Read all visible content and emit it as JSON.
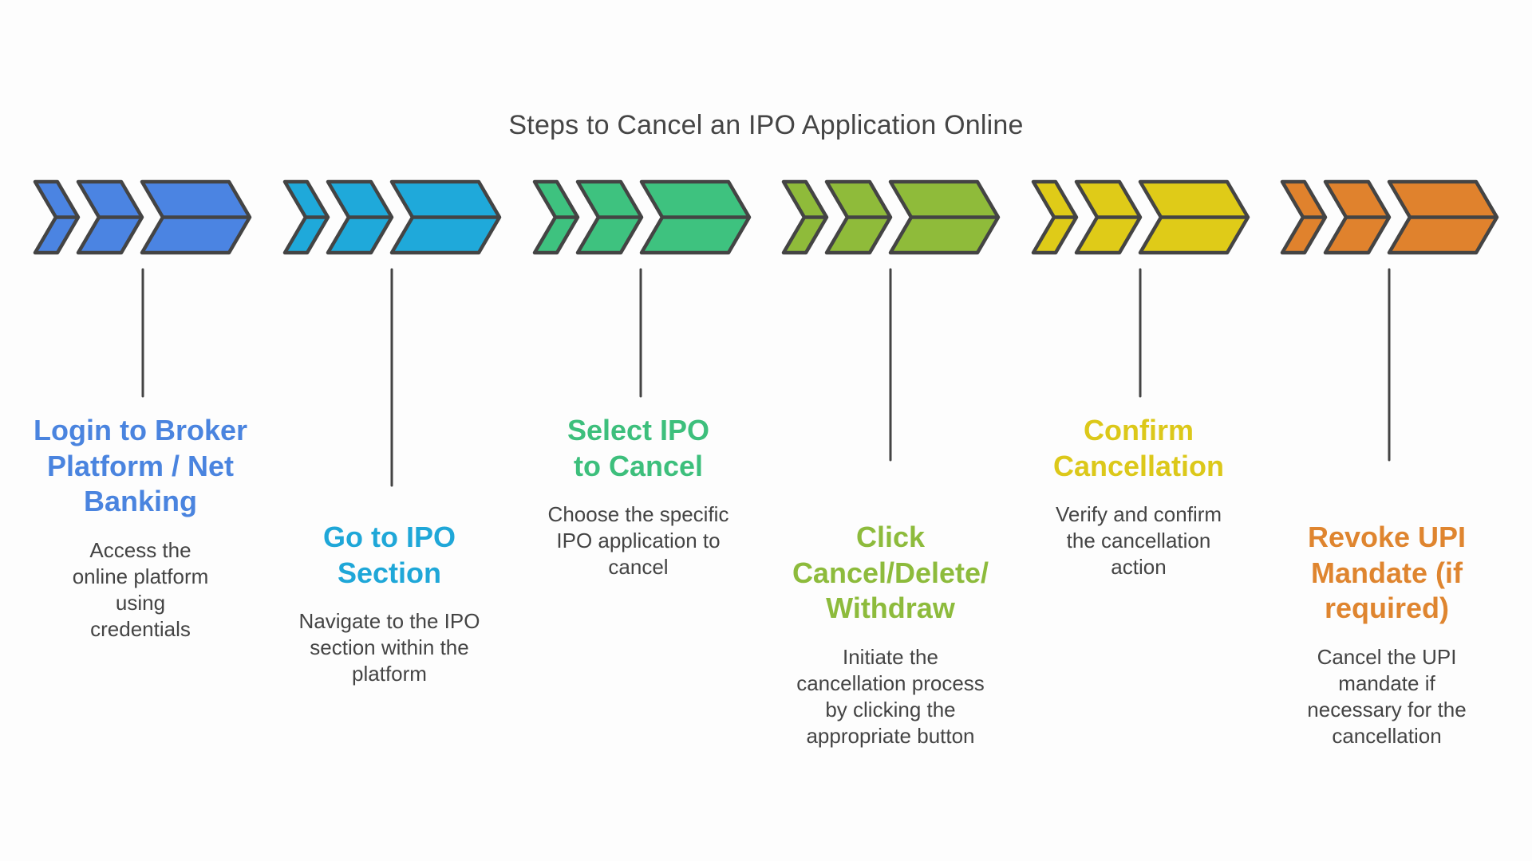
{
  "title": "Steps to Cancel an IPO Application Online",
  "stroke_color": "#444444",
  "steps": [
    {
      "heading": "Login to Broker Platform / Net Banking",
      "description": "Access the online platform using credentials",
      "color": "#4B84E2",
      "text_color": "#4A84DF",
      "icon": "chevron-arrows-icon"
    },
    {
      "heading": "Go to IPO Section",
      "description": "Navigate to the IPO section within the platform",
      "color": "#1FA9DA",
      "text_color": "#1FA7D8",
      "icon": "chevron-arrows-icon"
    },
    {
      "heading": "Select IPO to Cancel",
      "description": "Choose the specific IPO application to cancel",
      "color": "#3EC27F",
      "text_color": "#3DBF7C",
      "icon": "chevron-arrows-icon"
    },
    {
      "heading": "Click Cancel/Delete/ Withdraw",
      "description": "Initiate the cancellation process by clicking the appropriate button",
      "color": "#8FBB3A",
      "text_color": "#8DBB3C",
      "icon": "chevron-arrows-icon"
    },
    {
      "heading": "Confirm Cancellation",
      "description": "Verify and confirm the cancellation action",
      "color": "#DFCB18",
      "text_color": "#DCC81A",
      "icon": "chevron-arrows-icon"
    },
    {
      "heading": "Revoke UPI Mandate (if required)",
      "description": "Cancel the UPI mandate if necessary for the cancellation",
      "color": "#E0822D",
      "text_color": "#DF852F",
      "icon": "chevron-arrows-icon"
    }
  ]
}
